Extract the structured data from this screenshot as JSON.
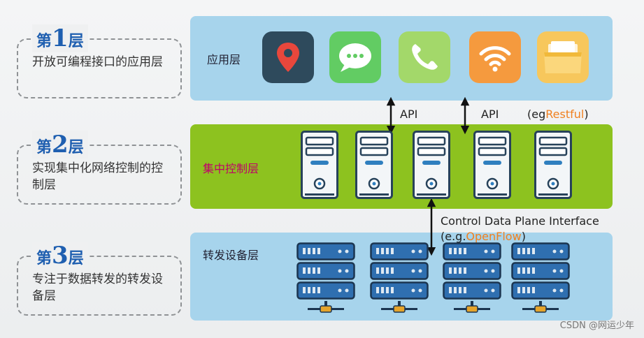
{
  "layers_left": [
    {
      "prefix": "第",
      "number": "1",
      "suffix": "层",
      "desc": "开放可编程接口的应用层"
    },
    {
      "prefix": "第",
      "number": "2",
      "suffix": "层",
      "desc": "实现集中化网络控制的控制层"
    },
    {
      "prefix": "第",
      "number": "3",
      "suffix": "层",
      "desc": "专注于数据转发的转发设备层"
    }
  ],
  "bands": {
    "app": {
      "label": "应用层"
    },
    "control": {
      "label": "集中控制层"
    },
    "forward": {
      "label": "转发设备层"
    }
  },
  "app_icons": [
    "location-pin-icon",
    "message-bubble-icon",
    "phone-icon",
    "wifi-icon",
    "folder-icon"
  ],
  "api_labels": {
    "api1": "API",
    "api2": "API",
    "api3_prefix": "(eg",
    "api3_highlight": "Restful",
    "api3_suffix": ")"
  },
  "cdpi": {
    "line1": "Control Data Plane Interface",
    "line2_prefix": "(e.g.",
    "line2_highlight": "OpenFlow",
    "line2_suffix": ")"
  },
  "watermark": "CSDN @网运少年",
  "colors": {
    "heading_blue": "#1f5fb0",
    "control_green": "#8dc21f",
    "band_blue": "#a7d4ec",
    "control_label": "#c0006a",
    "highlight_orange": "#f08020"
  }
}
